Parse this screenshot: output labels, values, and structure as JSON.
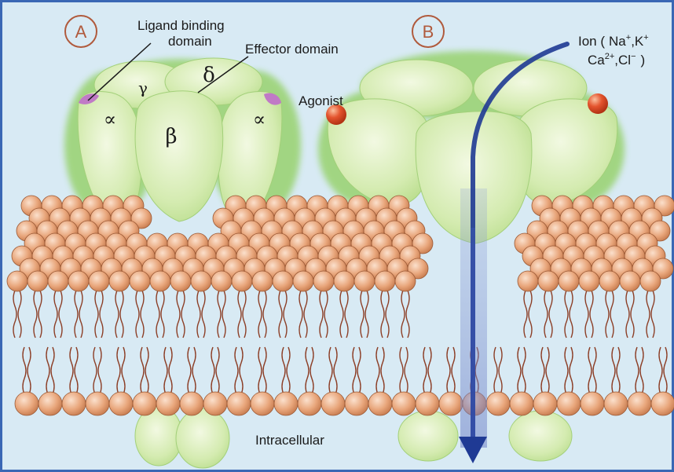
{
  "colors": {
    "background": "#d8eaf4",
    "border": "#3a67b4",
    "receptor_fill": "#d6ecb4",
    "receptor_glow": "#9ed46e",
    "lipid_head": "#e6a67c",
    "lipid_head_stroke": "#9c5a36",
    "lipid_tail": "#8c3e26",
    "ion_arrow": "#1f3a94",
    "agonist": "#e4542e",
    "binding_site": "#c07ac6",
    "panel_letter": "#b05a3c"
  },
  "panels": {
    "a": {
      "letter": "A",
      "subunits": {
        "gamma": "γ",
        "delta": "δ",
        "alpha_left": "∝",
        "beta": "β",
        "alpha_right": "∝"
      },
      "ligand_label_line1": "Ligand binding",
      "ligand_label_line2": "domain",
      "effector_label": "Effector domain"
    },
    "b": {
      "letter": "B",
      "agonist_label": "Agonist",
      "ion_label": {
        "prefix": "Ion (",
        "na": "Na",
        "na_charge": "+",
        "comma1": ",K",
        "k_charge": "+",
        "ca": "Ca",
        "ca_charge": "2+",
        "comma2": ",Cl",
        "cl_charge": "−",
        "close": ")"
      }
    }
  },
  "intracellular_label": "Intracellular"
}
